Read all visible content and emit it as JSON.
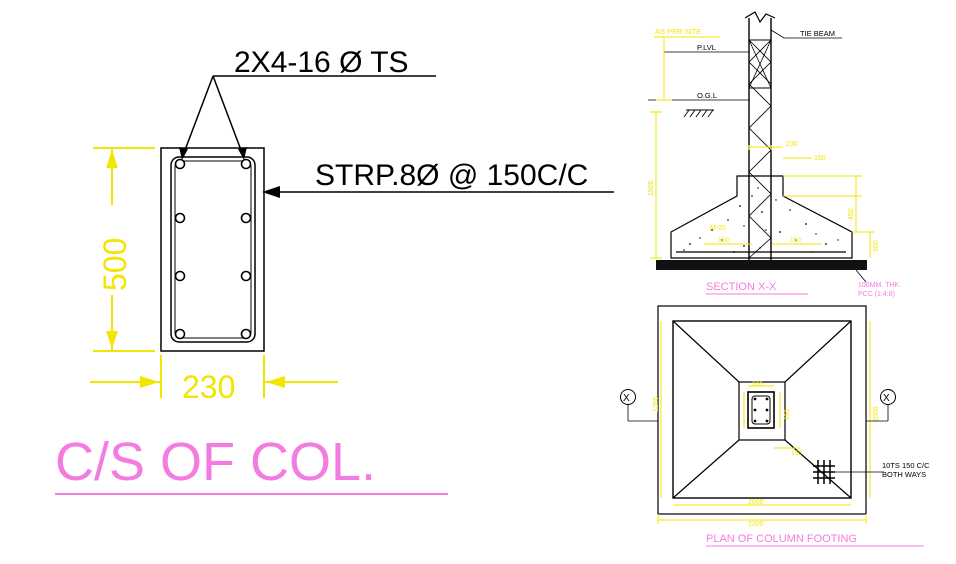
{
  "colors": {
    "dimension": "#f2e600",
    "title": "#f47ce0",
    "linework": "#000000",
    "background": "#ffffff"
  },
  "column_section": {
    "main_bars_note": "2X4-16 Ø TS",
    "stirrup_note": "STRP.8Ø @ 150C/C",
    "depth_dim": "500",
    "width_dim": "230",
    "title": "C/S OF COL."
  },
  "section_xx": {
    "as_per_site": "AS PER SITE",
    "plinth_level": "P.LVL",
    "tie_beam": "TIE BEAM",
    "ground_level": "O.G.L",
    "column_width_dim": "230",
    "offset_dim": "150",
    "depth_dim": "1500",
    "slope_depth_dim": "450",
    "edge_depth_dim": "300",
    "concrete_grade": "M-20",
    "bottom_dim_left": "150",
    "bottom_dim_right": "150",
    "pcc_note_1": "100MM. THK.",
    "pcc_note_2": "PCC (1:4:8)",
    "title": "SECTION  X-X"
  },
  "plan_footing": {
    "section_marker": "X",
    "column_box_dim": "300",
    "column_depth_dim": "650",
    "offset_dim": "150",
    "side_dim_left": "1200",
    "side_dim_right": "2000",
    "bottom_dim_inner": "2000",
    "bottom_dim_outer": "2200",
    "rebar_note_1": "10TS 150 C/C",
    "rebar_note_2": "BOTH WAYS",
    "title": "PLAN OF COLUMN FOOTING"
  }
}
